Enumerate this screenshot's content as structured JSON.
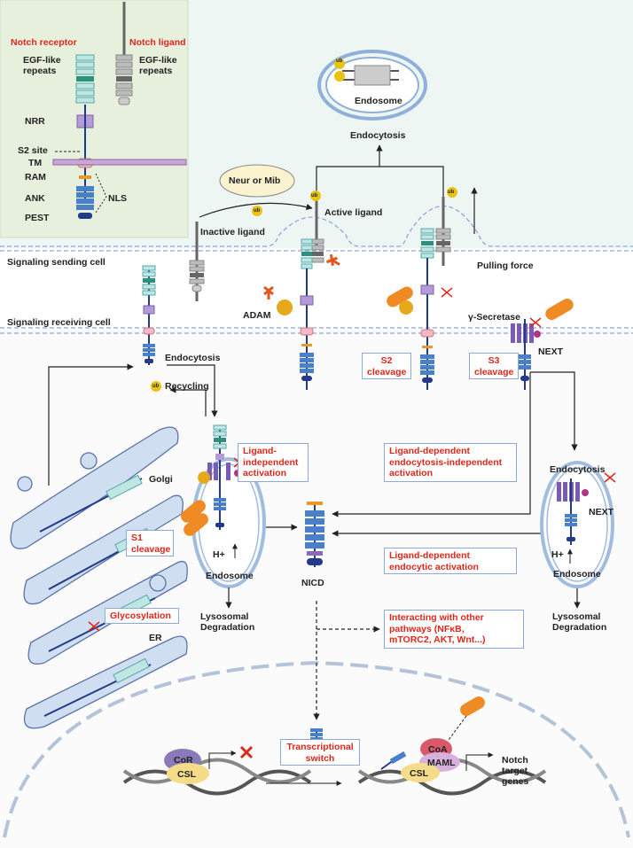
{
  "legend": {
    "receptor_title": "Notch receptor",
    "ligand_title": "Notch ligand",
    "egf_receptor": "EGF-like\nrepeats",
    "egf_ligand": "EGF-like\nrepeats",
    "nrr": "NRR",
    "s2_site": "S2 site",
    "tm": "TM",
    "ram": "RAM",
    "ank": "ANK",
    "pest": "PEST",
    "nls": "NLS"
  },
  "top": {
    "endosome": "Endosome",
    "endocytosis": "Endocytosis",
    "neur_mib": "Neur or Mib",
    "inactive_ligand": "Inactive ligand",
    "active_ligand": "Active ligand",
    "pulling_force": "Pulling force",
    "ub": "ub"
  },
  "cells": {
    "sending": "Signaling sending cell",
    "receiving": "Signaling receiving  cell"
  },
  "membrane": {
    "adam": "ADAM",
    "gamma_secretase": "γ-Secretase",
    "next": "NEXT",
    "endocytosis": "Endocytosis",
    "recycling": "Recycling",
    "s2_cleavage": "S2\ncleavage",
    "s3_cleavage": "S3\ncleavage"
  },
  "middle": {
    "ligand_independent": "Ligand-\nindependent\nactivation",
    "ligand_dep_endo_indep": "Ligand-dependent\nendocytosis-independent\nactivation",
    "ligand_dep_endocytic": "Ligand-dependent\nendocytic activation",
    "interacting": "Interacting with other\npathways (NFκB,\nmTORC2, AKT, Wnt...)",
    "nicd": "NICD",
    "endosome_left": "Endosome",
    "endosome_right": "Endosome",
    "endocytosis_right": "Endocytosis",
    "next_right": "NEXT",
    "h_plus_left": "H+",
    "h_plus_right": "H+",
    "lyso_left": "Lysosomal\nDegradation",
    "lyso_right": "Lysosomal\nDegradation"
  },
  "golgi": {
    "golgi": "Golgi",
    "er": "ER",
    "s1_cleavage": "S1\ncleavage",
    "glycosylation": "Glycosylation"
  },
  "nucleus": {
    "transcriptional_switch": "Transcriptional\nswitch",
    "cor": "CoR",
    "csl_left": "CSL",
    "csl_right": "CSL",
    "coa": "CoA",
    "maml": "MAML",
    "notch_target": "Notch\ntarget\ngenes"
  },
  "colors": {
    "egf_light": "#bfe6e3",
    "egf_dark": "#2e8f7a",
    "ligand_gray": "#a9a9a9",
    "nrr_purple": "#b49ad6",
    "tm_pink": "#f5b8c8",
    "ank_blue": "#4a7fc9",
    "pest_navy": "#233a8a",
    "ram_orange": "#e59a2c",
    "ub_yellow": "#e8c312",
    "red_text": "#e0261b",
    "top_bg": "#eef6f4",
    "legend_bg": "#e6f0dc"
  }
}
